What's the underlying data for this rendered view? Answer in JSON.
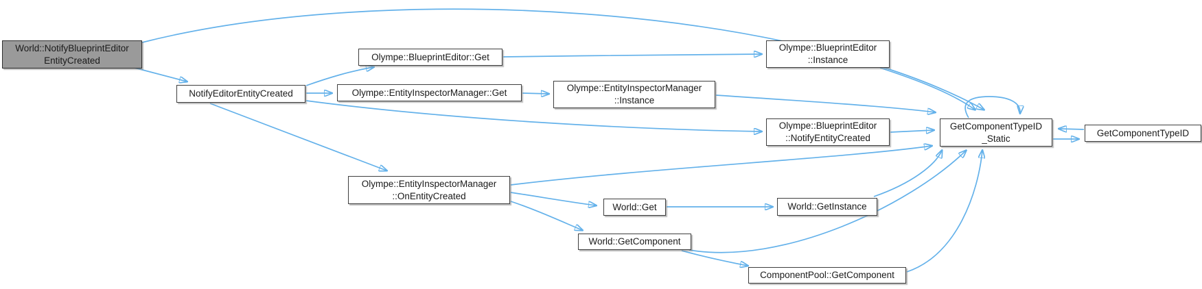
{
  "graph": {
    "type": "doxygen-call-graph",
    "colors": {
      "edge": "#63b1ea",
      "node_border": "#3d3d3d",
      "node_fill": "#ffffff",
      "highlight_node_fill": "#9a9a9a",
      "text": "#1a1a1a",
      "background": "#ffffff"
    },
    "nodes": {
      "world_notify": {
        "line1": "World::NotifyBlueprintEditor",
        "line2": "EntityCreated",
        "highlighted": true
      },
      "notify_editor": {
        "line1": "NotifyEditorEntityCreated"
      },
      "bp_get": {
        "line1": "Olympe::BlueprintEditor::Get"
      },
      "eim_get": {
        "line1": "Olympe::EntityInspectorManager::Get"
      },
      "bp_instance": {
        "line1": "Olympe::BlueprintEditor",
        "line2": "::Instance"
      },
      "eim_instance": {
        "line1": "Olympe::EntityInspectorManager",
        "line2": "::Instance"
      },
      "bp_notify_entity": {
        "line1": "Olympe::BlueprintEditor",
        "line2": "::NotifyEntityCreated"
      },
      "eim_on_entity": {
        "line1": "Olympe::EntityInspectorManager",
        "line2": "::OnEntityCreated"
      },
      "world_get": {
        "line1": "World::Get"
      },
      "world_get_instance": {
        "line1": "World::GetInstance"
      },
      "world_get_component": {
        "line1": "World::GetComponent"
      },
      "pool_get_component": {
        "line1": "ComponentPool::GetComponent"
      },
      "gctid_static": {
        "line1": "GetComponentTypeID",
        "line2": "_Static"
      },
      "gctid": {
        "line1": "GetComponentTypeID"
      }
    },
    "edges": [
      {
        "from": "World::NotifyBlueprintEditorEntityCreated",
        "to": "NotifyEditorEntityCreated"
      },
      {
        "from": "World::NotifyBlueprintEditorEntityCreated",
        "to": "GetComponentTypeID_Static"
      },
      {
        "from": "NotifyEditorEntityCreated",
        "to": "Olympe::BlueprintEditor::Get"
      },
      {
        "from": "NotifyEditorEntityCreated",
        "to": "Olympe::EntityInspectorManager::Get"
      },
      {
        "from": "NotifyEditorEntityCreated",
        "to": "Olympe::BlueprintEditor::NotifyEntityCreated"
      },
      {
        "from": "NotifyEditorEntityCreated",
        "to": "Olympe::EntityInspectorManager::OnEntityCreated"
      },
      {
        "from": "Olympe::BlueprintEditor::Get",
        "to": "Olympe::BlueprintEditor::Instance"
      },
      {
        "from": "Olympe::EntityInspectorManager::Get",
        "to": "Olympe::EntityInspectorManager::Instance"
      },
      {
        "from": "Olympe::BlueprintEditor::Instance",
        "to": "GetComponentTypeID_Static"
      },
      {
        "from": "Olympe::EntityInspectorManager::Instance",
        "to": "GetComponentTypeID_Static"
      },
      {
        "from": "Olympe::BlueprintEditor::NotifyEntityCreated",
        "to": "GetComponentTypeID_Static"
      },
      {
        "from": "Olympe::EntityInspectorManager::OnEntityCreated",
        "to": "GetComponentTypeID_Static"
      },
      {
        "from": "Olympe::EntityInspectorManager::OnEntityCreated",
        "to": "World::Get"
      },
      {
        "from": "Olympe::EntityInspectorManager::OnEntityCreated",
        "to": "World::GetComponent"
      },
      {
        "from": "World::Get",
        "to": "World::GetInstance"
      },
      {
        "from": "World::GetInstance",
        "to": "GetComponentTypeID_Static"
      },
      {
        "from": "World::GetComponent",
        "to": "GetComponentTypeID_Static"
      },
      {
        "from": "World::GetComponent",
        "to": "ComponentPool::GetComponent"
      },
      {
        "from": "ComponentPool::GetComponent",
        "to": "GetComponentTypeID_Static"
      },
      {
        "from": "GetComponentTypeID_Static",
        "to": "GetComponentTypeID"
      },
      {
        "from": "GetComponentTypeID",
        "to": "GetComponentTypeID_Static"
      },
      {
        "from": "GetComponentTypeID_Static",
        "to": "GetComponentTypeID_Static"
      }
    ]
  }
}
